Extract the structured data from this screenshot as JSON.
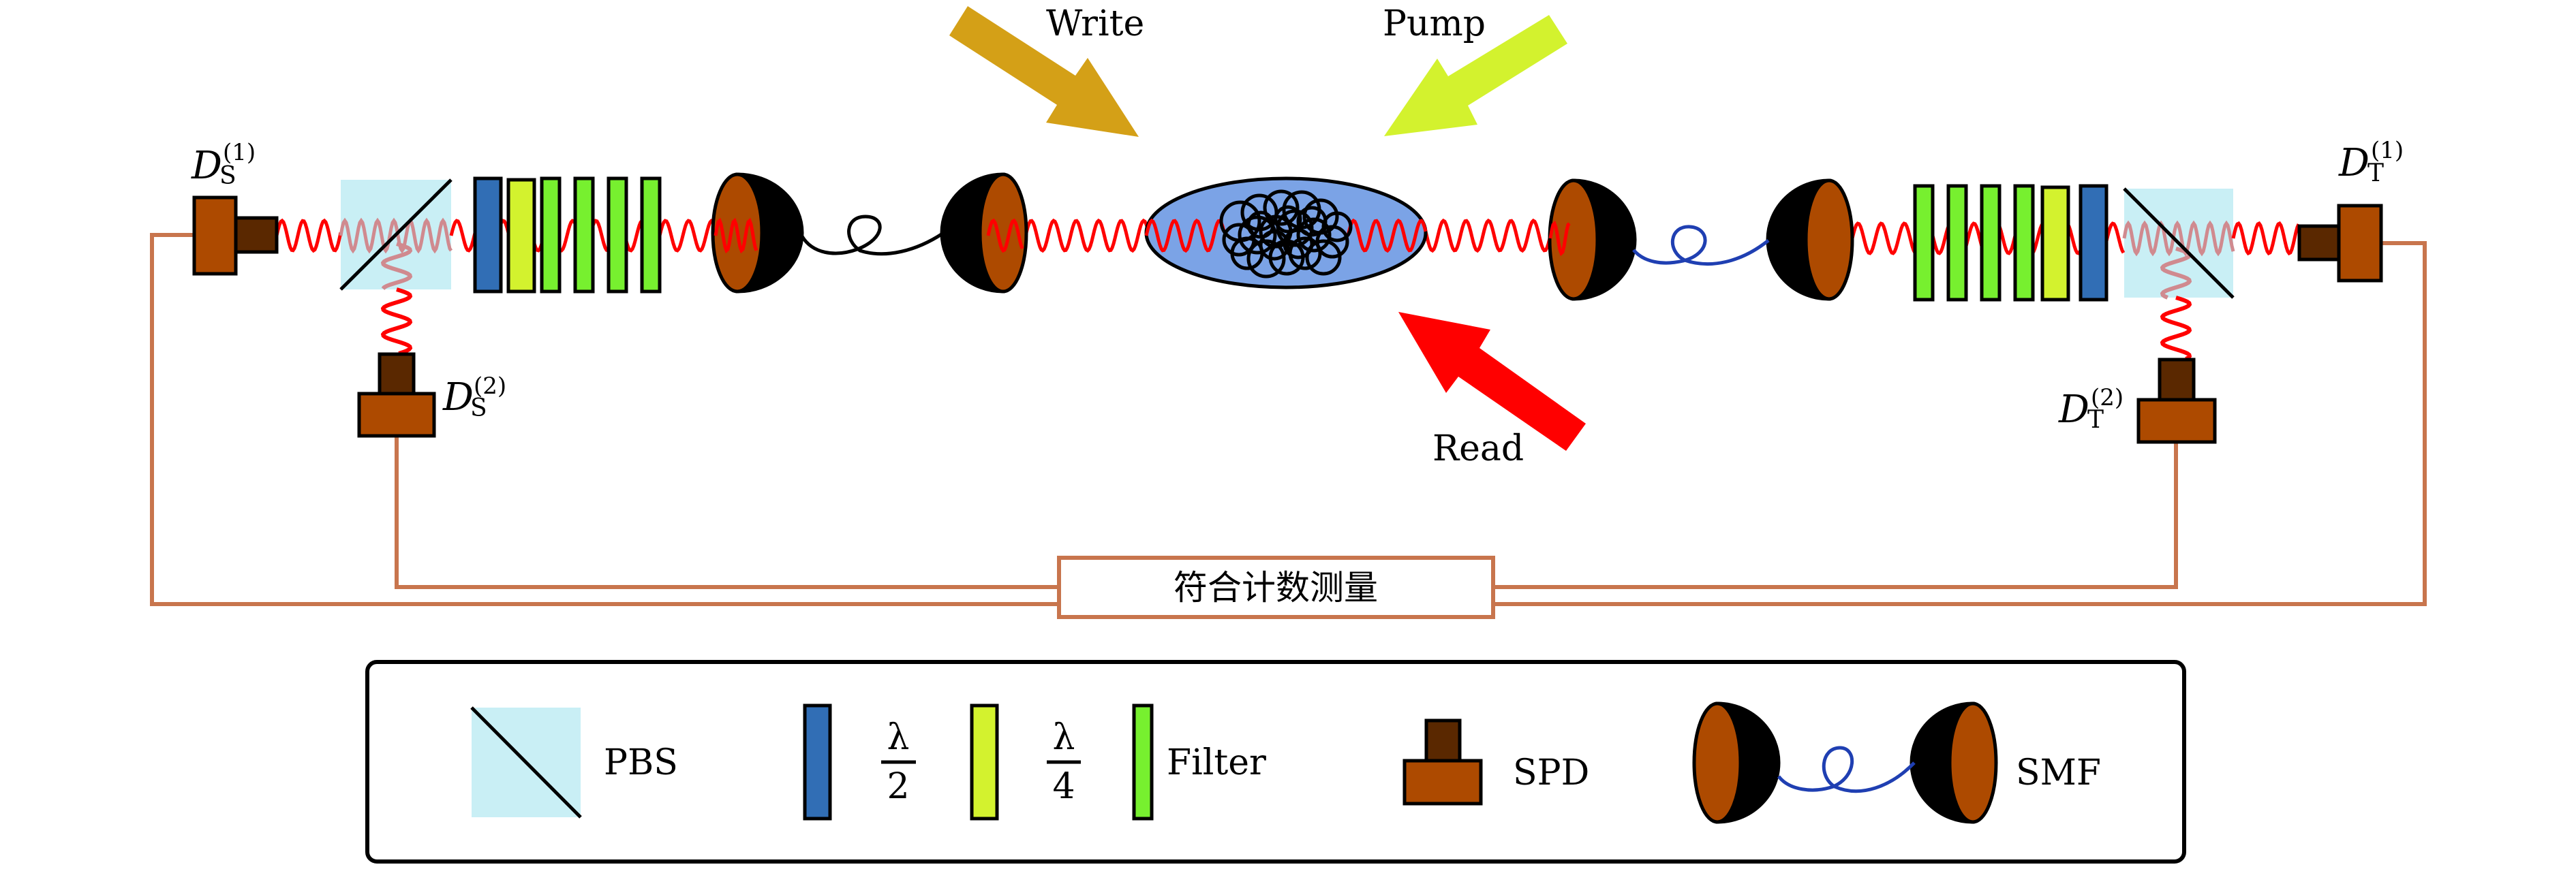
{
  "figure": {
    "title": "Experimental setup: write/pump/read beams on atomic ensemble with polarization analysis and coincidence counting",
    "colors": {
      "detector_body": "#AD4A00",
      "detector_head": "#5A2800",
      "wire": "#C8754D",
      "pbs": "#C9EFF5",
      "half_wave_plate": "#316EB5",
      "quarter_wave_plate": "#D3F22E",
      "filter": "#77F02F",
      "lens_face": "#AD4A00",
      "lens_back": "#000000",
      "beam": "#FF0000",
      "beam_inside_pbs": "#D08A8F",
      "fiber_left": "#000000",
      "fiber_right": "#1F3FB2",
      "ensemble": "#7BA3E6",
      "write_arrow": "#D4A017",
      "pump_arrow": "#D3F22E",
      "read_arrow": "#FF0000"
    },
    "beams": {
      "write": "Write",
      "pump": "Pump",
      "read": "Read"
    },
    "detectors": {
      "ds1": {
        "main": "D",
        "sub": "S",
        "sup": "(1)"
      },
      "ds2": {
        "main": "D",
        "sub": "S",
        "sup": "(2)"
      },
      "dt1": {
        "main": "D",
        "sub": "T",
        "sup": "(1)"
      },
      "dt2": {
        "main": "D",
        "sub": "T",
        "sup": "(2)"
      }
    },
    "left_arm_elements": [
      "PBS",
      "half-wave plate",
      "quarter-wave plate",
      "filter",
      "filter",
      "filter",
      "filter",
      "fiber coupler",
      "SMF",
      "fiber coupler"
    ],
    "right_arm_elements": [
      "fiber coupler",
      "SMF",
      "fiber coupler",
      "filter",
      "filter",
      "filter",
      "filter",
      "quarter-wave plate",
      "half-wave plate",
      "PBS"
    ],
    "coincidence_box": "符合计数测量"
  },
  "legend": {
    "items": [
      {
        "key": "pbs",
        "label": "PBS"
      },
      {
        "key": "half_wave_plate",
        "label_num": "λ",
        "label_den": "2"
      },
      {
        "key": "quarter_wave_plate",
        "label_num": "λ",
        "label_den": "4"
      },
      {
        "key": "filter",
        "label": "Filter"
      },
      {
        "key": "spd",
        "label": "SPD"
      },
      {
        "key": "smf",
        "label": "SMF"
      }
    ]
  }
}
